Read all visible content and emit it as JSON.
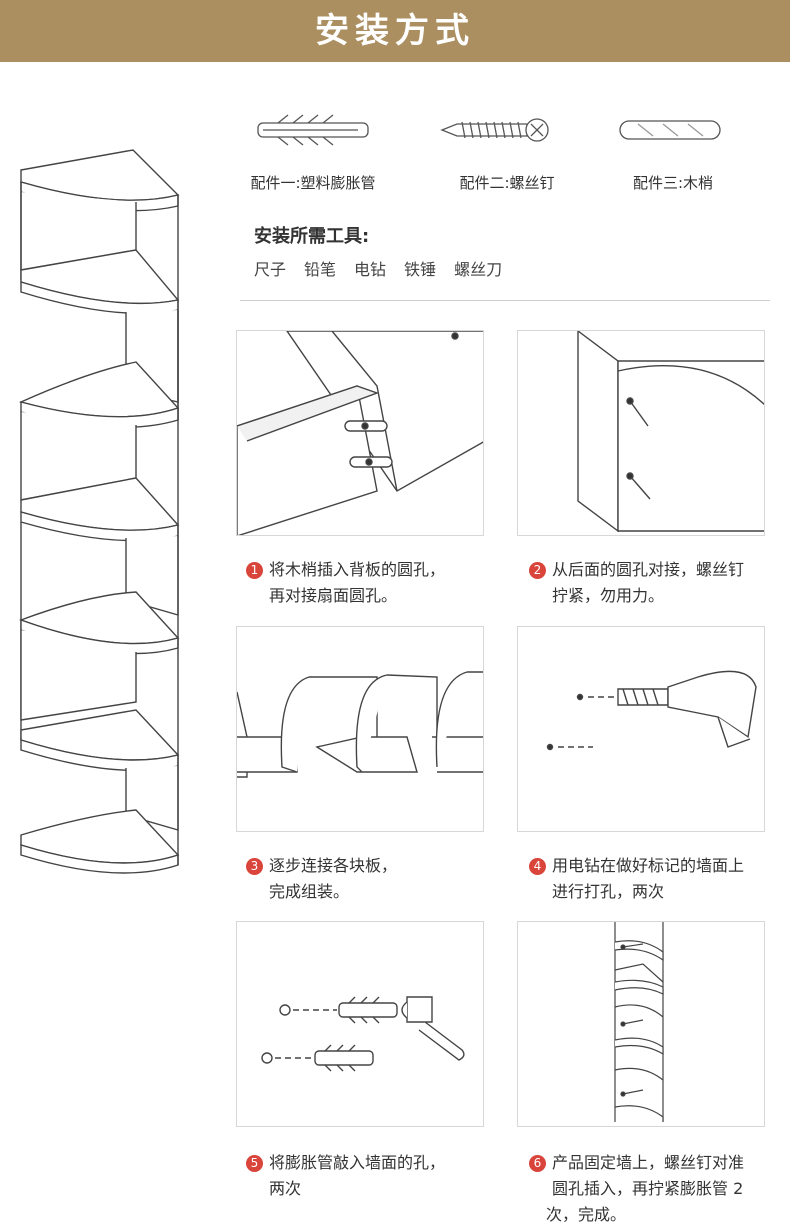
{
  "header": {
    "title": "安装方式",
    "bg_color": "#ab8f61"
  },
  "parts": [
    {
      "label": "配件一:塑料膨胀管",
      "icon": "plastic-anchor-icon"
    },
    {
      "label": "配件二:螺丝钉",
      "icon": "screw-icon"
    },
    {
      "label": "配件三:木梢",
      "icon": "wooden-dowel-icon"
    }
  ],
  "tools": {
    "title": "安装所需工具:",
    "items": [
      "尺子",
      "铅笔",
      "电钻",
      "铁锤",
      "螺丝刀"
    ]
  },
  "steps": [
    {
      "num": "1",
      "line1": "将木梢插入背板的圆孔，",
      "line2": "再对接扇面圆孔。"
    },
    {
      "num": "2",
      "line1": "从后面的圆孔对接，螺丝钉",
      "line2": "拧紧，勿用力。"
    },
    {
      "num": "3",
      "line1": "逐步连接各块板，",
      "line2": "完成组装。"
    },
    {
      "num": "4",
      "line1": "用电钻在做好标记的墙面上",
      "line2": "进行打孔，两次"
    },
    {
      "num": "5",
      "line1": "将膨胀管敲入墙面的孔，",
      "line2": "两次"
    },
    {
      "num": "6",
      "line1": "产品固定墙上，螺丝钉对准",
      "line2": "圆孔插入，再拧紧膨胀管 2",
      "line3": "次，完成。"
    }
  ],
  "accent_color": "#d9443b"
}
